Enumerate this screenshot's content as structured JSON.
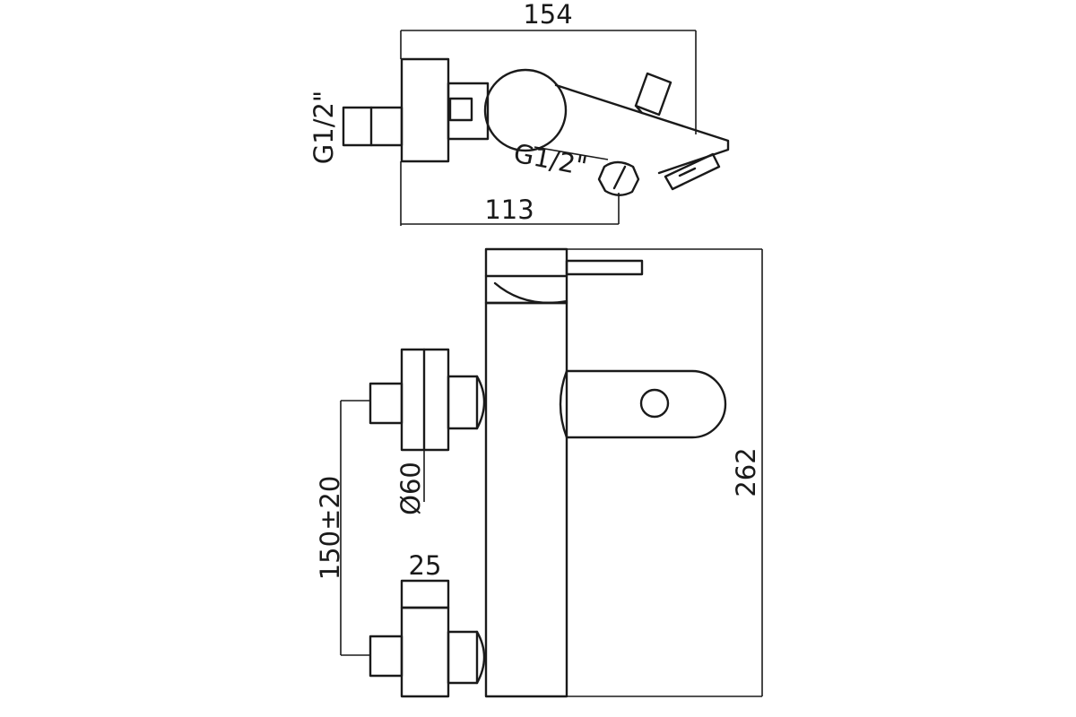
{
  "top_view": {
    "width_overall": "154",
    "width_inlet": "113",
    "thread_inlet": "G1/2\"",
    "thread_outlet": "G1/2\""
  },
  "side_view": {
    "height_overall": "262",
    "eccentric_diameter": "Ø60",
    "centers_distance": "150±20",
    "fitting_width": "25"
  },
  "colors": {
    "line": "#1a1a1a",
    "background": "#ffffff"
  }
}
